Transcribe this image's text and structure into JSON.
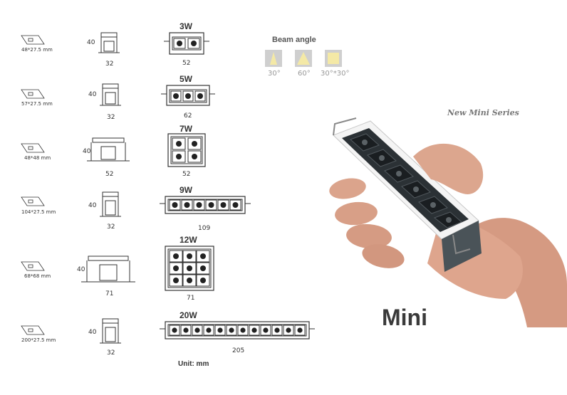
{
  "rows": [
    {
      "cutout": "48*27.5 mm",
      "height": "40",
      "side_width": "32",
      "watt": "3W",
      "front_width": "52",
      "cols": 2,
      "rows": 1
    },
    {
      "cutout": "57*27.5 mm",
      "height": "40",
      "side_width": "32",
      "watt": "5W",
      "front_width": "62",
      "cols": 3,
      "rows": 1
    },
    {
      "cutout": "48*48 mm",
      "height": "40",
      "side_width": "52",
      "watt": "7W",
      "front_width": "52",
      "cols": 2,
      "rows": 2
    },
    {
      "cutout": "104*27.5 mm",
      "height": "40",
      "side_width": "32",
      "watt": "9W",
      "front_width": "109",
      "cols": 6,
      "rows": 1
    },
    {
      "cutout": "68*68 mm",
      "height": "40",
      "side_width": "71",
      "watt": "12W",
      "front_width": "71",
      "cols": 3,
      "rows": 3
    },
    {
      "cutout": "200*27.5 mm",
      "height": "40",
      "side_width": "32",
      "watt": "20W",
      "front_width": "205",
      "cols": 12,
      "rows": 1
    }
  ],
  "beam": {
    "title": "Beam angle",
    "items": [
      {
        "label": "30°",
        "shape": "narrow-triangle",
        "color": "#f4e9a6"
      },
      {
        "label": "60°",
        "shape": "wide-triangle",
        "color": "#f4e9a6"
      },
      {
        "label": "30°*30°",
        "shape": "square",
        "color": "#f4e9a6"
      }
    ]
  },
  "series_label": "New Mini Series",
  "product_name": "Mini",
  "unit_label": "Unit: mm",
  "colors": {
    "line": "#333333",
    "beam_bg": "#cfcfcf",
    "beam_fill": "#f4e9a6",
    "fixture_body": "#4a5358",
    "fixture_rim": "#f4f4f4",
    "skin": "#d9a088"
  }
}
